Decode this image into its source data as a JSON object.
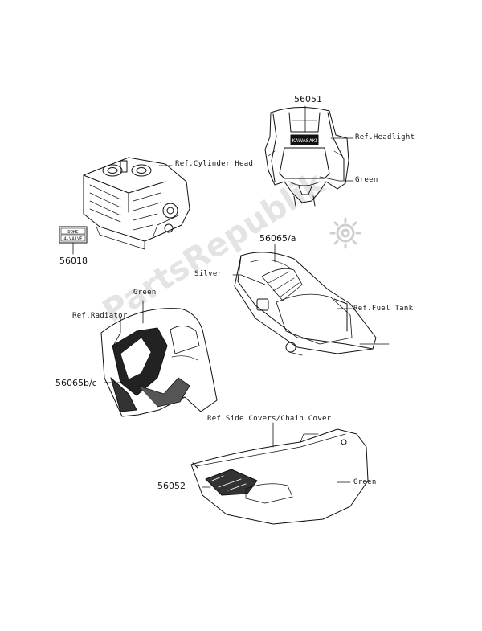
{
  "watermark": "PartsRepublik",
  "labels": {
    "p56051": "56051",
    "ref_headlight": "Ref.Headlight",
    "green_headlight": "Green",
    "ref_cylinder_head": "Ref.Cylinder Head",
    "p56018": "56018",
    "p56065a": "56065/a",
    "silver": "Silver",
    "ref_fuel_tank": "Ref.Fuel Tank",
    "green_radiator": "Green",
    "ref_radiator": "Ref.Radiator",
    "p56065bc": "56065b/c",
    "ref_side_covers": "Ref.Side Covers/Chain Cover",
    "p56052": "56052",
    "green_side": "Green"
  },
  "decals": {
    "kawasaki": "Kawasaki",
    "dohc": "DOHC",
    "four_valve": "4-VALVE"
  }
}
